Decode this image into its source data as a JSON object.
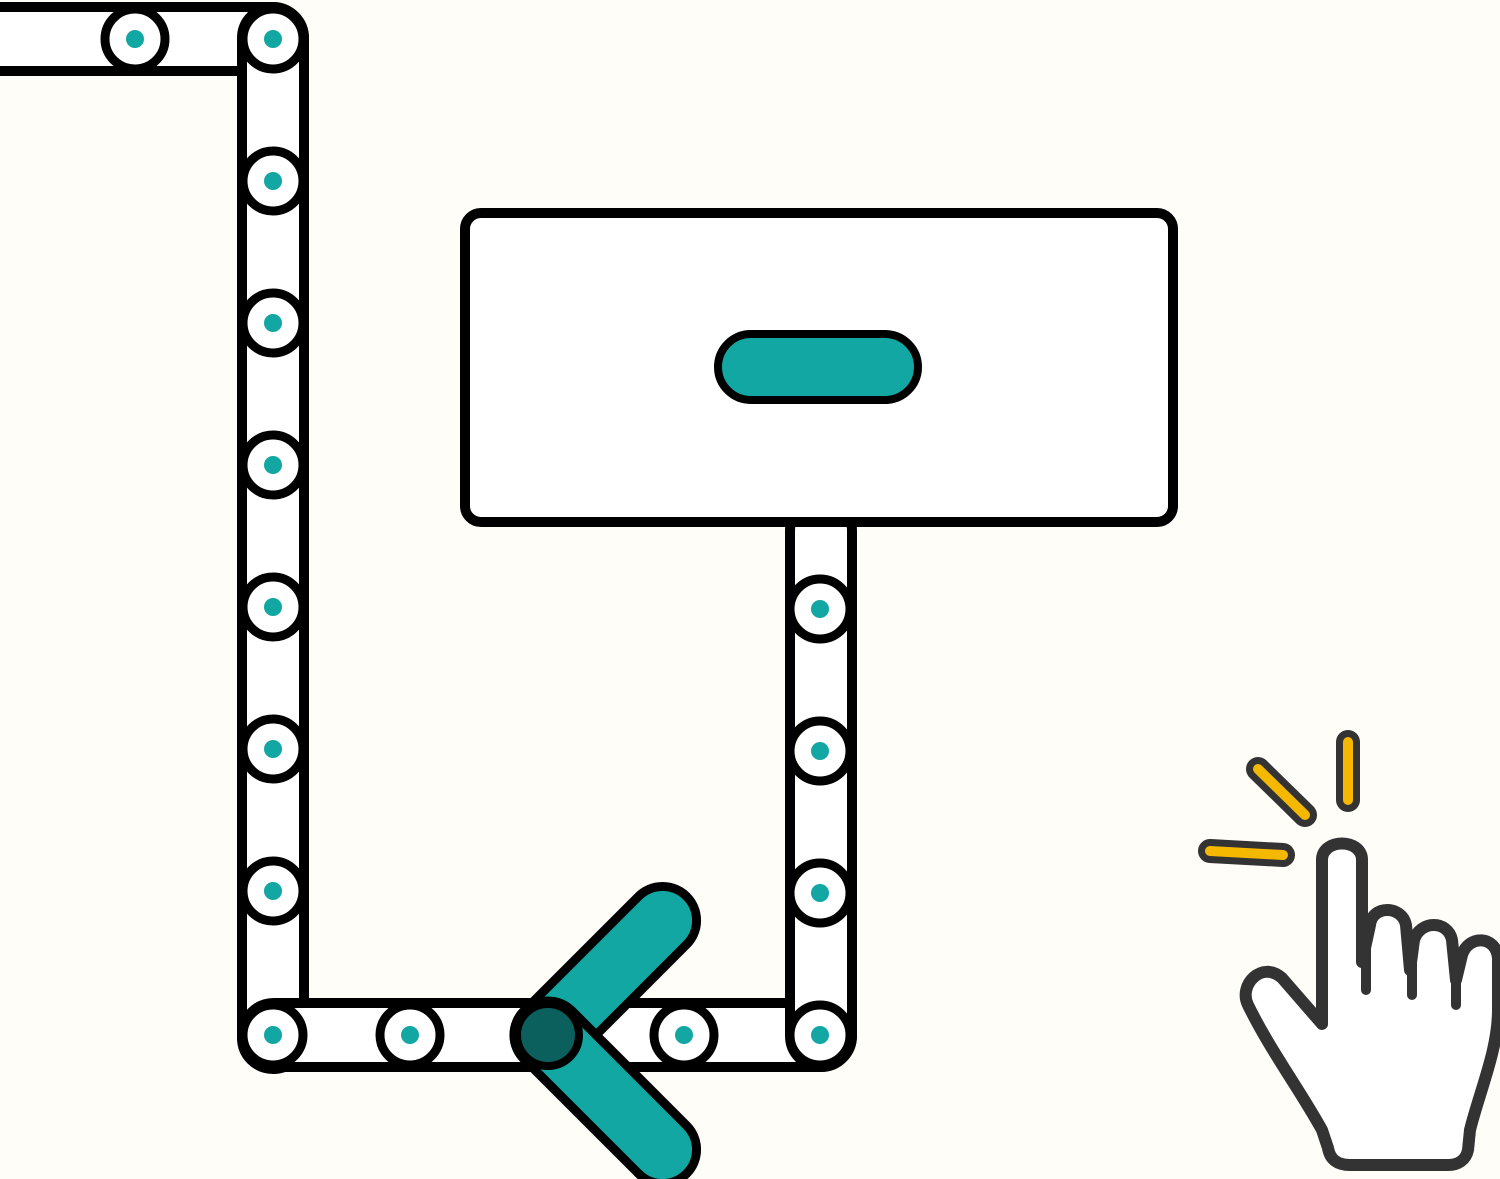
{
  "colors": {
    "background": "#fffdf8",
    "outline": "#000000",
    "teal": "#12a7a3",
    "teal_dark": "#0b5f5c",
    "spark": "#f5b800",
    "hand_outline": "#333333"
  },
  "scene": {
    "conveyor_belt": {
      "name": "conveyor-belt"
    },
    "machine": {
      "name": "machine-box",
      "slot_color": "#12a7a3"
    },
    "direction_arrow": {
      "name": "left-direction-arrow",
      "direction": "left"
    },
    "tap_hint": {
      "icon": "tap-hand-icon"
    }
  }
}
